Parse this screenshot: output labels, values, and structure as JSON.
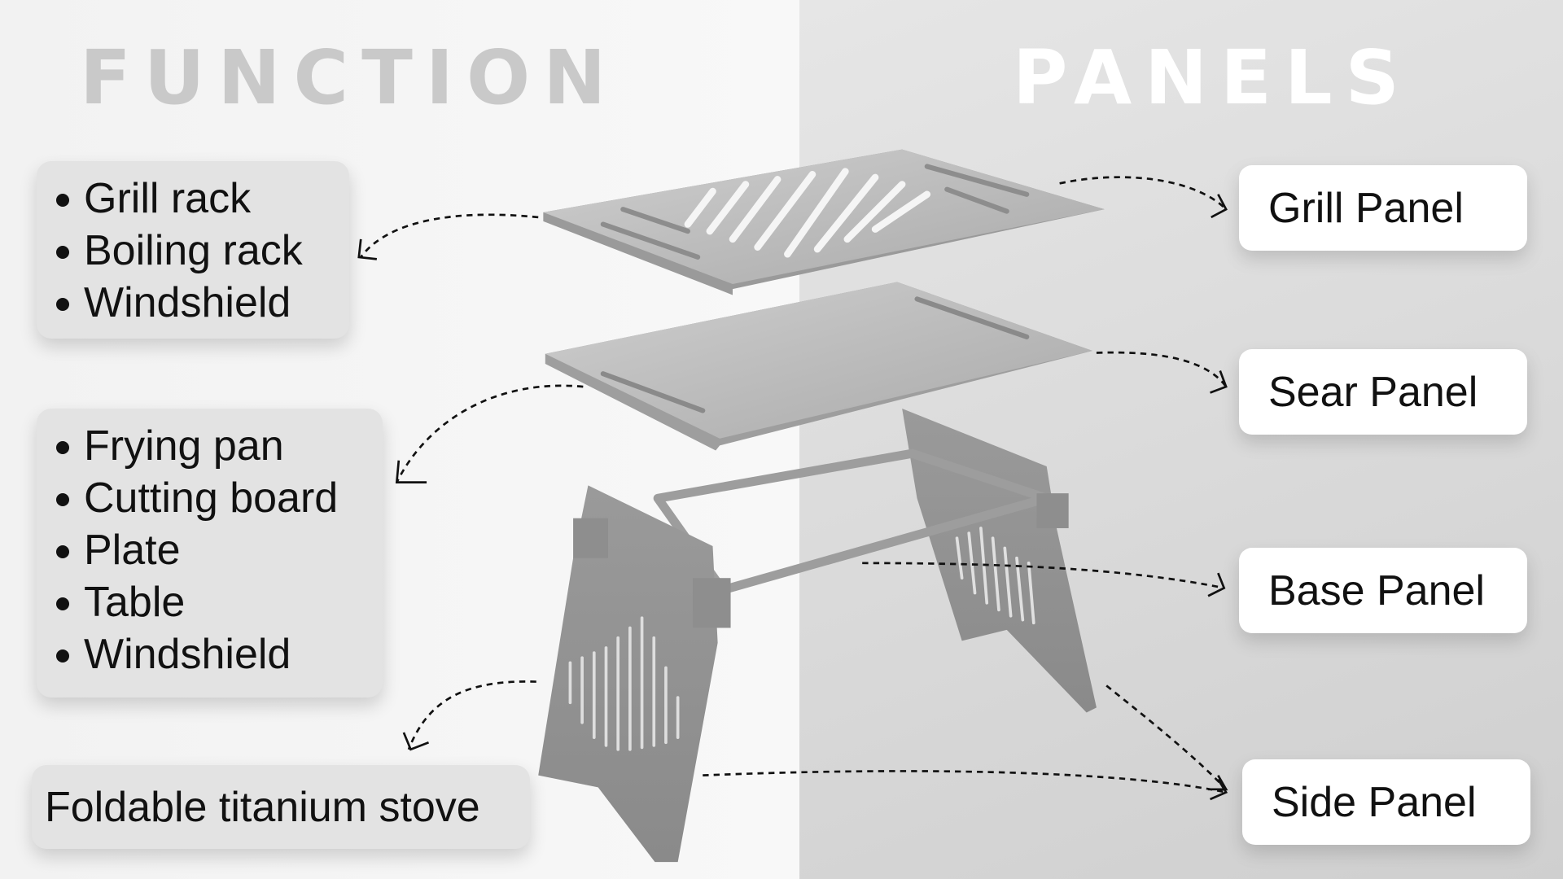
{
  "headings": {
    "function": "FUNCTION",
    "panels": "PANELS"
  },
  "function_groups": [
    {
      "items": [
        "Grill rack",
        "Boiling rack",
        "Windshield"
      ]
    },
    {
      "items": [
        "Frying pan",
        "Cutting board",
        "Plate",
        "Table",
        "Windshield"
      ]
    },
    {
      "label": "Foldable titanium stove"
    }
  ],
  "panels": [
    "Grill Panel",
    "Sear Panel",
    "Base Panel",
    "Side Panel"
  ]
}
